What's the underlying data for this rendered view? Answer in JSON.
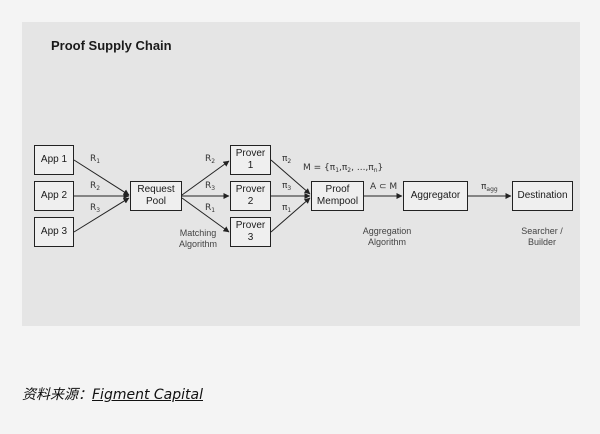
{
  "title": "Proof Supply Chain",
  "nodes": {
    "app1": "App 1",
    "app2": "App 2",
    "app3": "App 3",
    "request_pool": "Request\nPool",
    "prover1": "Prover\n1",
    "prover2": "Prover\n2",
    "prover3": "Prover\n3",
    "proof_mempool": "Proof\nMempool",
    "aggregator": "Aggregator",
    "destination": "Destination"
  },
  "edge_labels": {
    "r_app1": {
      "base": "R",
      "sub": "1"
    },
    "r_app2": {
      "base": "R",
      "sub": "2"
    },
    "r_app3": {
      "base": "R",
      "sub": "3"
    },
    "r_prover1": {
      "base": "R",
      "sub": "2"
    },
    "r_prover2": {
      "base": "R",
      "sub": "3"
    },
    "r_prover3": {
      "base": "R",
      "sub": "1"
    },
    "pi_prover1": {
      "base": "π",
      "sub": "2"
    },
    "pi_prover2": {
      "base": "π",
      "sub": "3"
    },
    "pi_prover3": {
      "base": "π",
      "sub": "1"
    },
    "mempool_set": {
      "prefix": "M = {π",
      "s1": "1",
      "mid": ",π",
      "s2": "2",
      "dots": ", ...,π",
      "s3": "n",
      "suffix": "}"
    },
    "subset": "A ⊂ M",
    "pi_agg": {
      "base": "π",
      "sub": "agg"
    }
  },
  "captions": {
    "matching": "Matching\nAlgorithm",
    "aggregation": "Aggregation\nAlgorithm",
    "searcher": "Searcher /\nBuilder"
  },
  "source": {
    "prefix": "资料来源：",
    "link": "Figment Capital"
  },
  "colors": {
    "panel": "#e5e5e5",
    "background": "#f4f4f4",
    "stroke": "#222222"
  }
}
